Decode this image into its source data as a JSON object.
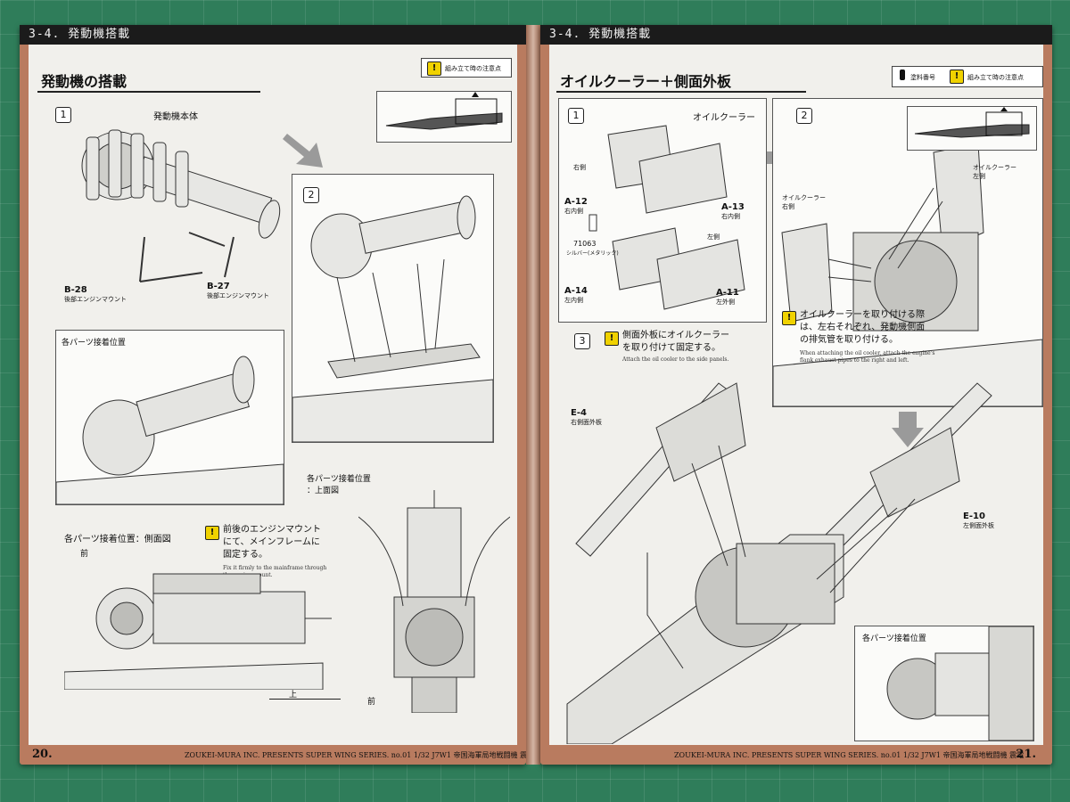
{
  "left_page": {
    "section_title": "3-4. 発動機搭載",
    "heading": "発動機の搭載",
    "legend": {
      "caution_label": "組み立て時の注意点"
    },
    "step1": {
      "number": "1",
      "title": "発動機本体",
      "parts": [
        {
          "code": "B-28",
          "desc": "後部エンジンマウント"
        },
        {
          "code": "B-27",
          "desc": "後部エンジンマウント"
        }
      ]
    },
    "step2": {
      "number": "2"
    },
    "attach_position": "各パーツ接着位置",
    "attach_side": "各パーツ接着位置：側面図",
    "attach_top": "各パーツ接着位置\n：上面図",
    "caution_note": "前後のエンジンマウント\nにて、メインフレームに\n固定する。",
    "caution_note_en": "Fix it firmly to the mainframe through\nthe engine mount.",
    "label_front": "前",
    "label_top": "上",
    "label_front2": "前",
    "page_number": "20.",
    "footer": "ZOUKEI-MURA INC. PRESENTS   SUPER WING SERIES. no.01       1/32 J7W1 帝国海軍局地戦闘機 震電"
  },
  "right_page": {
    "section_title": "3-4. 発動機搭載",
    "heading": "オイルクーラー＋側面外板",
    "legend": {
      "paint_label": "塗料番号",
      "caution_label": "組み立て時の注意点"
    },
    "step1": {
      "number": "1",
      "title": "オイルクーラー",
      "label_right": "右側",
      "label_left": "左側",
      "parts": [
        {
          "code": "A-12",
          "desc": "右内側"
        },
        {
          "code": "A-13",
          "desc": "右内側"
        },
        {
          "code": "A-14",
          "desc": "左内側"
        },
        {
          "code": "A-11",
          "desc": "左外側"
        }
      ],
      "paint_code": "71063",
      "paint_desc": "シルバー(メタリック)"
    },
    "step2": {
      "number": "2",
      "label_left_cooler": "オイルクーラー\n左側",
      "label_right_cooler": "オイルクーラー\n右側",
      "caution_note": "オイルクーラーを取り付ける際\nは、左右それぞれ、発動機側面\nの排気管を取り付ける。",
      "caution_note_en": "When attaching the oil cooler, attach the engine's\nflank exhaust pipes to the right and left."
    },
    "step3": {
      "number": "3",
      "caution_note": "側面外板にオイルクーラー\nを取り付けて固定する。",
      "caution_note_en": "Attach the oil cooler to the side panels.",
      "parts": [
        {
          "code": "E-4",
          "desc": "右側面外板"
        },
        {
          "code": "E-10",
          "desc": "左側面外板"
        }
      ],
      "attach_position": "各パーツ接着位置"
    },
    "page_number": "21.",
    "footer": "ZOUKEI-MURA INC. PRESENTS   SUPER WING SERIES. no.01       1/32 J7W1 帝国海軍局地戦闘機 震電"
  }
}
